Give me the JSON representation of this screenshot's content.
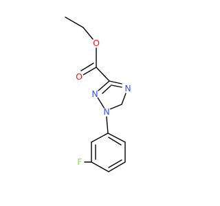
{
  "atoms": {
    "O_ether": {
      "label": "O",
      "color": "#ff0d0d"
    },
    "O_carbonyl": {
      "label": "O",
      "color": "#ff0d0d"
    },
    "N2": {
      "label": "N",
      "color": "#3050f8"
    },
    "N4": {
      "label": "N",
      "color": "#3050f8"
    },
    "N1": {
      "label": "N",
      "color": "#3050f8"
    },
    "F": {
      "label": "F",
      "color": "#90e050"
    }
  },
  "colors": {
    "bond": "#000000",
    "background": "#ffffff"
  }
}
